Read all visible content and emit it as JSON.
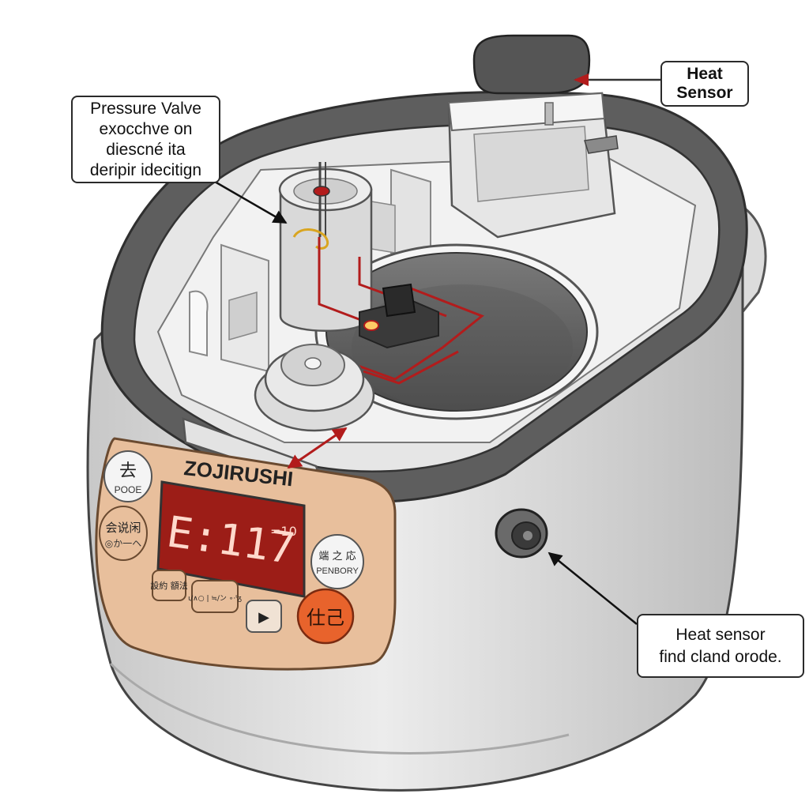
{
  "callouts": {
    "pressure_valve": [
      "Pressure Valve",
      "exocchve on",
      "diescné ita",
      "deripir idecitign"
    ],
    "heat_sensor_top": [
      "Heat",
      "Sensor"
    ],
    "heat_sensor_bottom": [
      "Heat sensor",
      "find cland orode."
    ]
  },
  "control_panel": {
    "brand": "ZOJIRUSHI",
    "display_main": "E:117",
    "display_small": "=10",
    "btn_top_left": {
      "glyph": "去",
      "label": "POOE"
    },
    "btn_mid_left": {
      "glyph": "会说闲",
      "label": "◎か一ヘ"
    },
    "btn_small_1": "設約\n額法",
    "btn_small_2": "ι/∧○ | ≒/ン ∘·ᵗᵹ",
    "btn_play": "▶",
    "btn_right_upper": {
      "glyph": "端 之 応",
      "label": "PENBORY"
    },
    "btn_start": "仕己"
  },
  "colors": {
    "body_silver": "#d4d4d4",
    "lid_rim": "#5e5e5e",
    "panel_peach": "#e8bf9c",
    "display_red": "#9c1d17",
    "display_text": "#ffd9cc",
    "start_orange": "#e8632c",
    "wire_red": "#b21c1c"
  }
}
